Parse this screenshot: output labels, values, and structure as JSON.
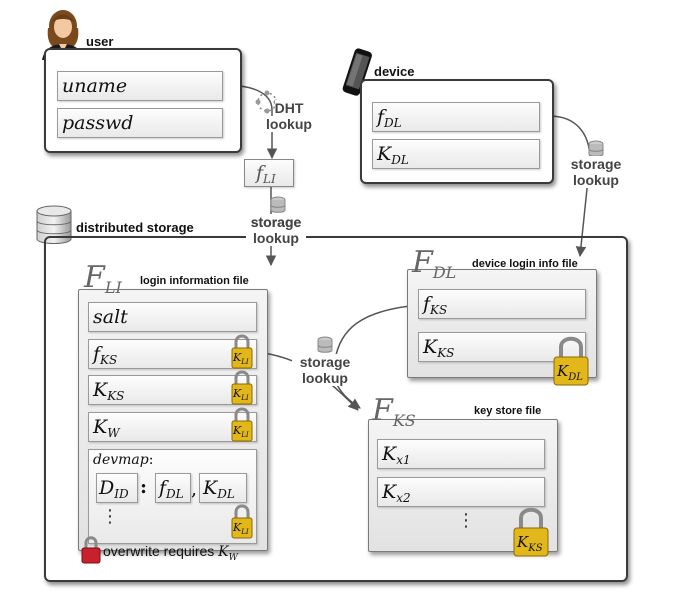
{
  "user": {
    "label": "user",
    "uname": "uname",
    "passwd": "passwd"
  },
  "device": {
    "label": "device",
    "f": "f",
    "f_sub": "DL",
    "k": "K",
    "k_sub": "DL"
  },
  "dht_lookup": {
    "line1": "DHT",
    "line2": "lookup"
  },
  "f_li_pointer": {
    "main": "f",
    "sub": "LI"
  },
  "storage_lookup_1": {
    "line1": "storage",
    "line2": "lookup"
  },
  "storage_lookup_2": {
    "line1": "storage",
    "line2": "lookup"
  },
  "storage_lookup_3": {
    "line1": "storage",
    "line2": "lookup"
  },
  "distributed_storage": {
    "label": "distributed storage"
  },
  "login_info_file": {
    "title_main": "F",
    "title_sub": "LI",
    "label": "login information file",
    "salt": "salt",
    "f_ks": {
      "main": "f",
      "sub": "KS"
    },
    "k_ks": {
      "main": "K",
      "sub": "KS"
    },
    "k_w": {
      "main": "K",
      "sub": "W"
    },
    "devmap_label": "devmap",
    "devmap_colon": ":",
    "d_id": {
      "main": "D",
      "sub": "ID"
    },
    "map_colon": ":",
    "f_dl": {
      "main": "f",
      "sub": "DL"
    },
    "comma": ",",
    "k_dl": {
      "main": "K",
      "sub": "DL"
    },
    "ellipsis": "⋮",
    "lock_key": {
      "main": "K",
      "sub": "LI"
    }
  },
  "device_login_file": {
    "title_main": "F",
    "title_sub": "DL",
    "label": "device login info file",
    "f_ks": {
      "main": "f",
      "sub": "KS"
    },
    "k_ks": {
      "main": "K",
      "sub": "KS"
    },
    "lock_key": {
      "main": "K",
      "sub": "DL"
    }
  },
  "key_store_file": {
    "title_main": "F",
    "title_sub": "KS",
    "label": "key store file",
    "kx1": {
      "main": "K",
      "sub": "x1"
    },
    "kx2": {
      "main": "K",
      "sub": "x2"
    },
    "ellipsis": "⋮",
    "lock_key": {
      "main": "K",
      "sub": "KS"
    }
  },
  "overwrite_note": {
    "text": "overwrite requires ",
    "key_main": "K",
    "key_sub": "W"
  },
  "colors": {
    "box_border": "#3a3a3a",
    "lock_gold": "#e2b71a",
    "lock_red": "#c8202c",
    "connector": "#555555",
    "label_gray": "#444444"
  }
}
